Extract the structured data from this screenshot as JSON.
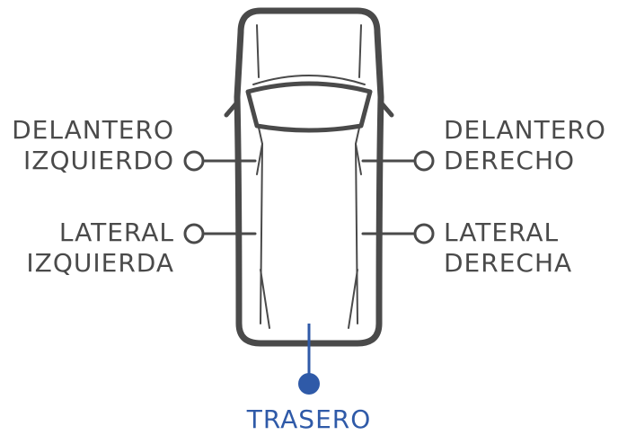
{
  "colors": {
    "outline": "#4a4a4a",
    "text": "#4a4a4a",
    "accent": "#2f5aa8",
    "background": "#ffffff"
  },
  "labels": {
    "front_left": {
      "line1": "DELANTERO",
      "line2": "IZQUIERDO"
    },
    "front_right": {
      "line1": "DELANTERO",
      "line2": "DERECHO"
    },
    "side_left": {
      "line1": "LATERAL",
      "line2": "IZQUIERDA"
    },
    "side_right": {
      "line1": "LATERAL",
      "line2": "DERECHA"
    },
    "rear": {
      "line1": "TRASERO"
    }
  }
}
